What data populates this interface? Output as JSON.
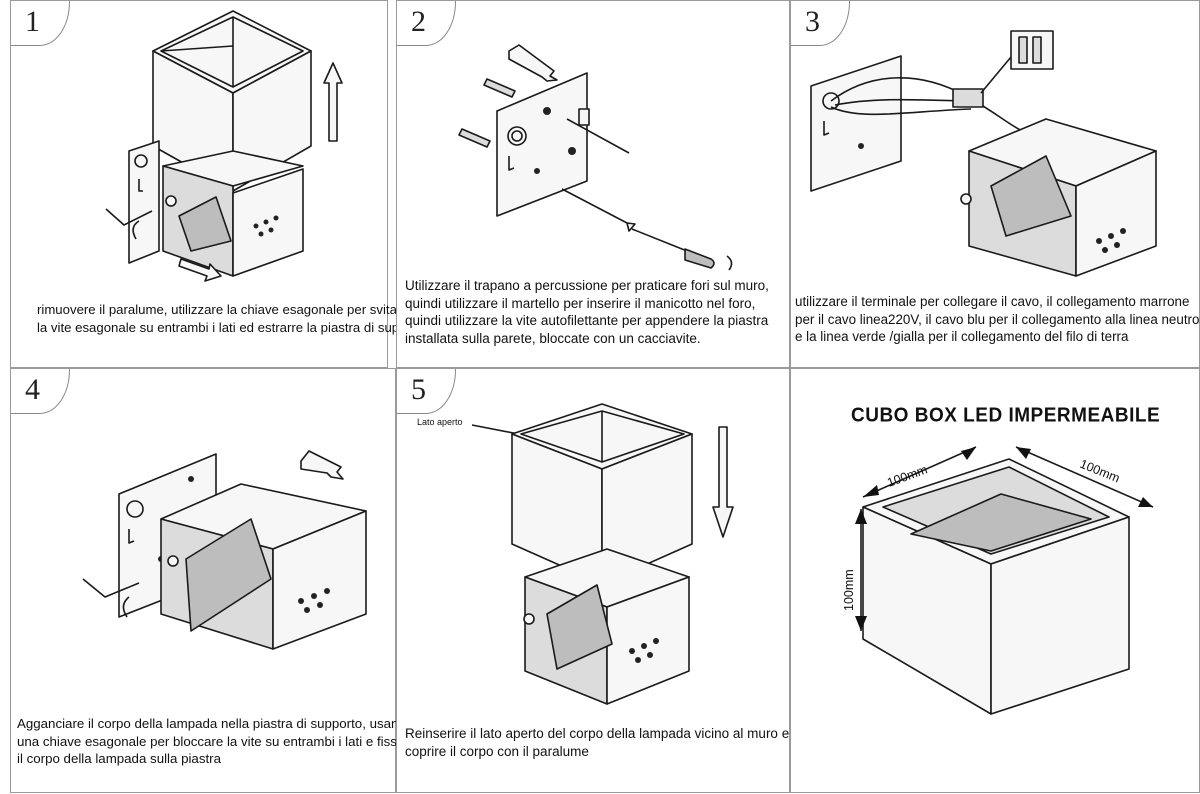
{
  "steps": [
    {
      "number": "1",
      "caption": [
        "rimuovere il paralume, utilizzare la chiave esagonale per svitare",
        "la vite esagonale su entrambi i lati ed estrarre la piastra di supporto"
      ]
    },
    {
      "number": "2",
      "caption": [
        "Utilizzare il trapano a percussione per praticare fori sul muro,",
        "quindi utilizzare il martello per inserire il manicotto nel foro,",
        "quindi utilizzare la vite autofilettante per appendere la piastra",
        "installata sulla parete, bloccate con un cacciavite."
      ]
    },
    {
      "number": "3",
      "caption": [
        "utilizzare il terminale per collegare il cavo, il collegamento marrone",
        "per il cavo linea220V, il cavo blu per il collegamento alla linea neutro",
        "e la linea verde /gialla per il collegamento del filo di terra"
      ]
    },
    {
      "number": "4",
      "caption": [
        "Agganciare il corpo della lampada nella piastra di supporto, usando",
        "una chiave esagonale per bloccare la vite su entrambi i lati e fissare",
        " il corpo della lampada sulla piastra"
      ]
    },
    {
      "number": "5",
      "caption": [
        "Reinserire  il lato aperto del corpo della lampada vicino al muro e",
        "coprire il corpo con il paralume"
      ],
      "label": "Lato aperto"
    }
  ],
  "product": {
    "title": "CUBO BOX LED IMPERMEABILE",
    "dim_width": "100mm",
    "dim_depth": "100mm",
    "dim_height": "100mm"
  }
}
